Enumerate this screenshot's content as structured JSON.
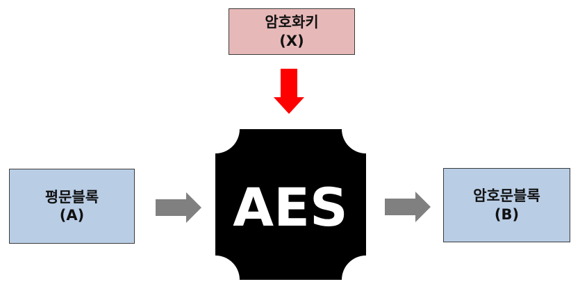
{
  "colors": {
    "key_fill": "#e6b9b8",
    "block_fill": "#b9cde5",
    "aes_fill": "#000000",
    "aes_text": "#ffffff",
    "down_arrow": "#ff0000",
    "right_arrow": "#808080"
  },
  "key_box": {
    "line1": "암호화키",
    "line2": "(X)"
  },
  "plaintext_box": {
    "line1": "평문블록",
    "line2": "(A)"
  },
  "ciphertext_box": {
    "line1": "암호문블록",
    "line2": "(B)"
  },
  "aes_block": {
    "label": "AES"
  }
}
